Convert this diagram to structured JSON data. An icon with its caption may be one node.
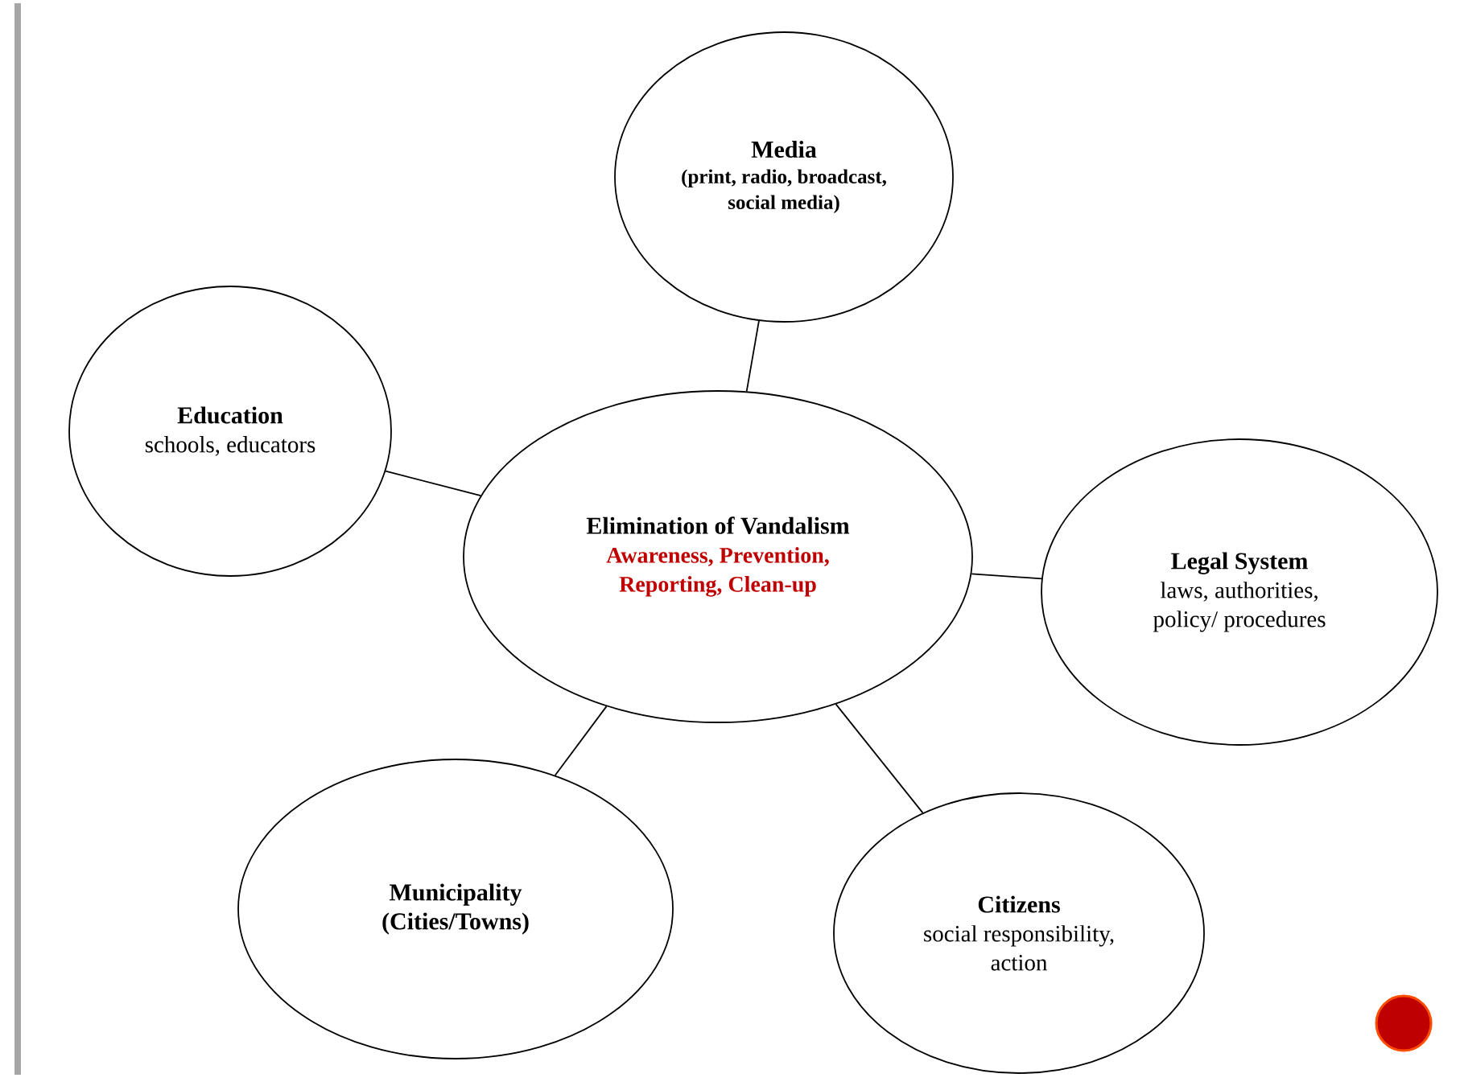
{
  "diagram": {
    "nodes": [
      {
        "text": [
          "Media",
          "(print, radio, broadcast, social media)"
        ]
      },
      {
        "text": [
          "Education",
          "schools, educators"
        ]
      },
      {
        "text": [
          "Elimination of Vandalism",
          "Awareness, Prevention, Reporting, Clean-up"
        ]
      },
      {
        "text": [
          "Legal System",
          "laws, authorities, policy/ procedures"
        ]
      },
      {
        "text": [
          "Municipality (Cities/Towns)"
        ]
      },
      {
        "text": [
          "Citizens",
          "social responsibility, action"
        ]
      }
    ],
    "edges": [
      {
        "from": 2,
        "to": 0,
        "arrow": "none"
      },
      {
        "from": 2,
        "to": 1,
        "arrow": "none"
      },
      {
        "from": 2,
        "to": 3,
        "arrow": "none"
      },
      {
        "from": 2,
        "to": 4,
        "arrow": "none"
      },
      {
        "from": 2,
        "to": 5,
        "arrow": "none"
      }
    ]
  }
}
